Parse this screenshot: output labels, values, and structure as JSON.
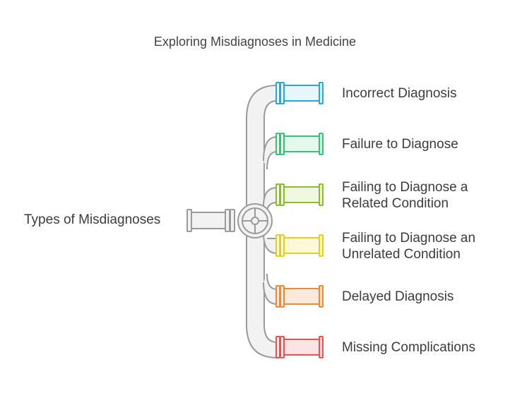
{
  "title": "Exploring Misdiagnoses in Medicine",
  "root": {
    "label": "Types of Misdiagnoses"
  },
  "branches": [
    {
      "line1": "Incorrect Diagnosis",
      "line2": "",
      "stroke": "#29a8d4",
      "fill": "#e6f6fc"
    },
    {
      "line1": "Failure to Diagnose",
      "line2": "",
      "stroke": "#34c27a",
      "fill": "#e4f8ec"
    },
    {
      "line1": "Failing to Diagnose a",
      "line2": "Related Condition",
      "stroke": "#8dbb2e",
      "fill": "#f0f8de"
    },
    {
      "line1": "Failing to Diagnose an",
      "line2": "Unrelated Condition",
      "stroke": "#e6cf1c",
      "fill": "#fdf9d6"
    },
    {
      "line1": "Delayed Diagnosis",
      "line2": "",
      "stroke": "#ea8a35",
      "fill": "#fde9d9"
    },
    {
      "line1": "Missing Complications",
      "line2": "",
      "stroke": "#ea5252",
      "fill": "#fde4e4"
    }
  ],
  "colors": {
    "pipe_stroke": "#9a9a9a",
    "pipe_fill": "#f2f2f2"
  }
}
